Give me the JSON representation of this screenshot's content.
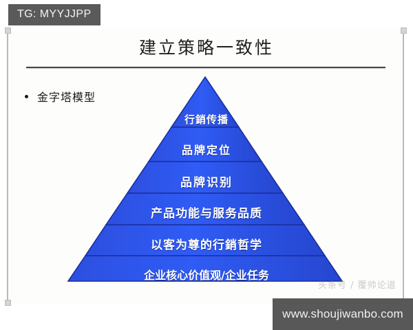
{
  "slide": {
    "title": "建立策略一致性",
    "bullet": "金字塔模型"
  },
  "pyramid": {
    "name": "金字塔模型",
    "fill_color": "#2b55e8",
    "edge_color": "#1c2f9e",
    "text_color": "#ffffff",
    "layers": [
      {
        "index": 1,
        "label": "行銷传播"
      },
      {
        "index": 2,
        "label": "品牌定位"
      },
      {
        "index": 3,
        "label": "品牌识别"
      },
      {
        "index": 4,
        "label": "产品功能与服务品质"
      },
      {
        "index": 5,
        "label": "以客为尊的行銷哲学"
      },
      {
        "index": 6,
        "label": "企业核心价值观/企业任务"
      }
    ]
  },
  "watermarks": {
    "tg_badge": "TG: MYYJJPP",
    "faint": "头条号 / 覆帅论道",
    "url": "www.shoujiwanbo.com"
  }
}
